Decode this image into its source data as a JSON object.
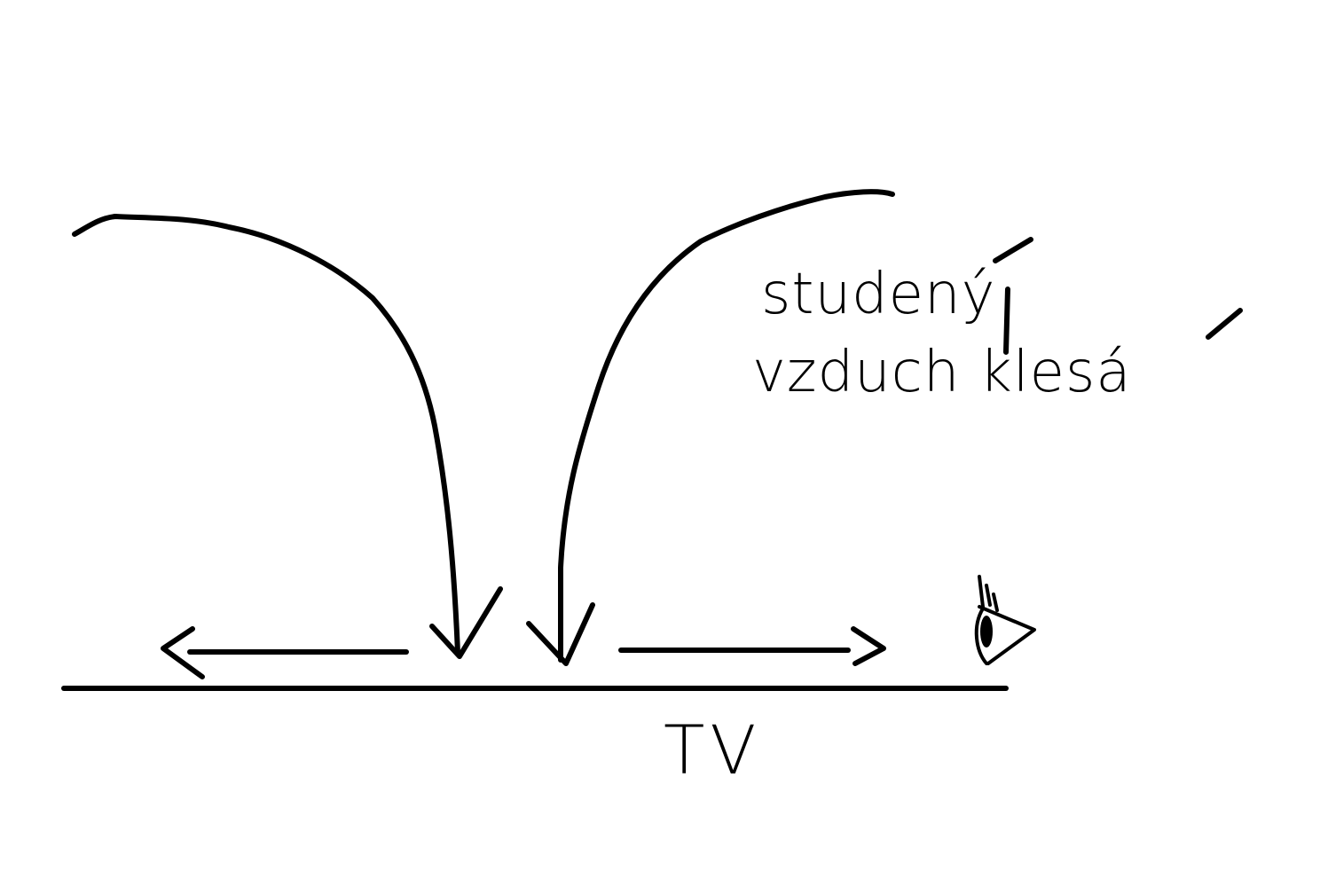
{
  "labels": {
    "air_text_line1": "studený",
    "air_text_line2": "vzduch klesá",
    "surface_label": "TV"
  },
  "icons": {
    "eye": "eye-icon"
  },
  "colors": {
    "ink": "#000000",
    "background": "#ffffff"
  }
}
